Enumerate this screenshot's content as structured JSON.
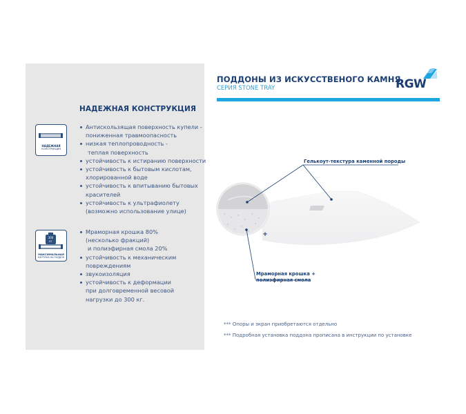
{
  "header": {
    "title": "ПОДДОНЫ ИЗ ИСКУССТВЕНОГО КАМНЯ",
    "subtitle": "СЕРИЯ STONE TRAY",
    "logo_text": "RGW",
    "accent_color": "#1ea6e2",
    "brand_color": "#1b3f73"
  },
  "left_panel": {
    "section_title": "НАДЕЖНАЯ КОНСТРУКЦИЯ",
    "blocks": [
      {
        "icon": "shelf-construction-icon",
        "icon_caption": [
          "НАДЕЖНАЯ",
          "КОНСТРУКЦИЯ"
        ],
        "items": [
          {
            "text": "Антискользящая поверхность купели -",
            "cont": "пониженная травмоопасность"
          },
          {
            "text": "низкая теплопроводность -",
            "cont": "теплая поверхность"
          },
          {
            "text": "устойчивость к истиранию поверхности"
          },
          {
            "text": "устойчивость к бытовым кислотам,",
            "cont": "хлорированной воде"
          },
          {
            "text": "устойчивость к впитыванию бытовых",
            "cont": "красителей"
          },
          {
            "text": "устойчивость к ультрафиолету",
            "cont": "(возможно использование улице)"
          }
        ]
      },
      {
        "icon": "weight-load-icon",
        "icon_weight_label": [
          "300",
          "КГ"
        ],
        "icon_caption": [
          "МАКСИМАЛЬНАЯ",
          "НАГРУЗКА НА ПОДДОН"
        ],
        "items": [
          {
            "text": "Мраморная крошка 80%",
            "cont": "(несколько фракций)",
            "cont2": "и полиэфирная смола 20%"
          },
          {
            "text": "устойчивость к механическим",
            "cont": "повреждениям"
          },
          {
            "text": "звукоизоляция"
          },
          {
            "text": "устойчивость к деформации",
            "cont": "при долговременной весовой",
            "cont2": "нагрузки до 300 кг."
          }
        ]
      }
    ]
  },
  "illustration": {
    "callout_top": "Гелькоут-текстура каменной породы",
    "callout_bottom_line1": "Мраморная крошка +",
    "callout_bottom_line2": "полиэфирная смола",
    "plus_sign": "+"
  },
  "notes": [
    "*** Опоры и экран приобретаются отдельно",
    "*** Подробная установка поддона прописана в инструкции по установке"
  ]
}
